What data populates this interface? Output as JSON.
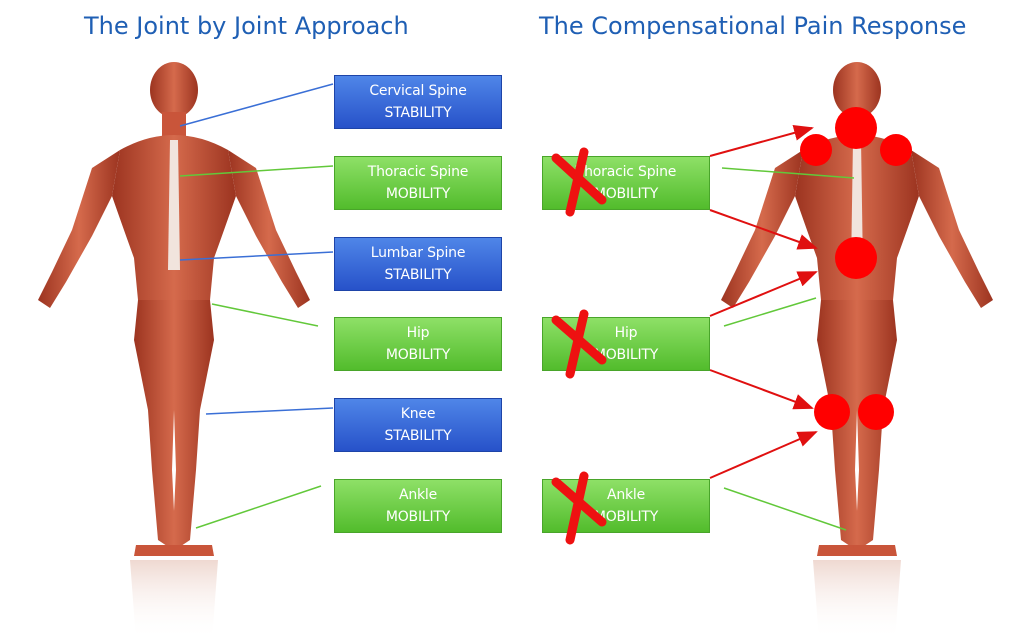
{
  "titles": {
    "left": "The Joint by Joint Approach",
    "right": "The Compensational Pain Response"
  },
  "left_boxes": [
    {
      "line1": "Cervical Spine",
      "line2": "STABILITY",
      "color": "blue"
    },
    {
      "line1": "Thoracic Spine",
      "line2": "MOBILITY",
      "color": "green"
    },
    {
      "line1": "Lumbar Spine",
      "line2": "STABILITY",
      "color": "blue"
    },
    {
      "line1": "Hip",
      "line2": "MOBILITY",
      "color": "green"
    },
    {
      "line1": "Knee",
      "line2": "STABILITY",
      "color": "blue"
    },
    {
      "line1": "Ankle",
      "line2": "MOBILITY",
      "color": "green"
    }
  ],
  "right_boxes": [
    {
      "line1": "Thoracic Spine",
      "line2": "MOBILITY",
      "crossed": true
    },
    {
      "line1": "Hip",
      "line2": "MOBILITY",
      "crossed": true
    },
    {
      "line1": "Ankle",
      "line2": "MOBILITY",
      "crossed": true
    }
  ],
  "colors": {
    "title": "#1f5fb4",
    "stability_box": "#2f5fd6",
    "mobility_box": "#62c83a",
    "pain_marker": "#ff0000",
    "arrow": "#e01010",
    "muscle": "#b8452f"
  }
}
